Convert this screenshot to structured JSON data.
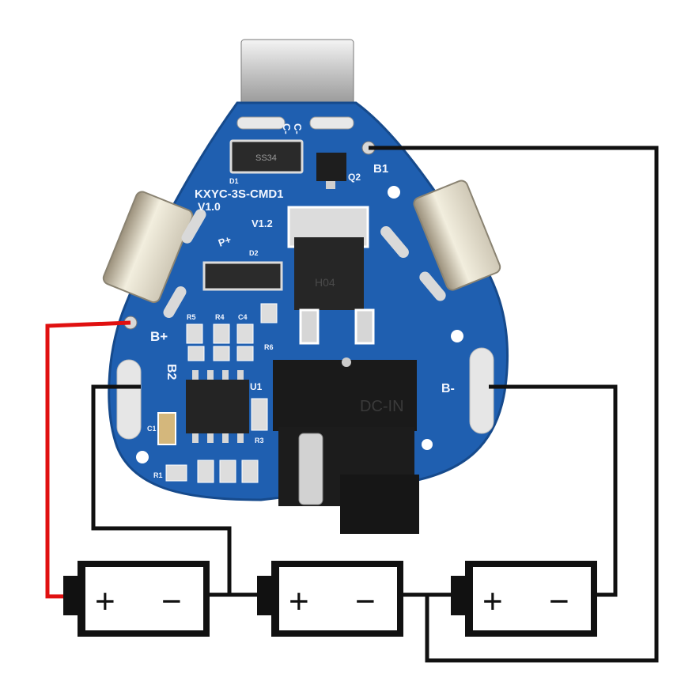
{
  "board": {
    "model": "KXYC-3S-CMD1",
    "version_left": "V1.0",
    "version_right": "V1.2",
    "ref_d1": "D1",
    "ref_d2": "D2",
    "ref_q2": "Q2",
    "ref_u1": "U1",
    "ref_r1": "R1",
    "ref_r3": "R3",
    "ref_r4": "R4",
    "ref_r5": "R5",
    "ref_r6": "R6",
    "ref_c1": "C1",
    "ref_c4": "C4",
    "diode_marking": "SS34",
    "dc_jack_marking": "DC-IN",
    "fet_marking": "H04",
    "pad_c_minus_1": "C-",
    "pad_c_minus_2": "C-",
    "pad_b1": "B1",
    "pad_b2": "B2",
    "pad_b_plus": "B+",
    "pad_b_minus": "B-",
    "polarity_mark": "P+"
  },
  "batteries": [
    {
      "plus": "+",
      "minus": "−"
    },
    {
      "plus": "+",
      "minus": "−"
    },
    {
      "plus": "+",
      "minus": "−"
    }
  ],
  "colors": {
    "pcb": "#1f5fb0",
    "pcb_edge": "#164a8c",
    "wire": "#111111",
    "wire_positive": "#e01010",
    "metal": "#c9c9c9",
    "background": "#ffffff"
  }
}
